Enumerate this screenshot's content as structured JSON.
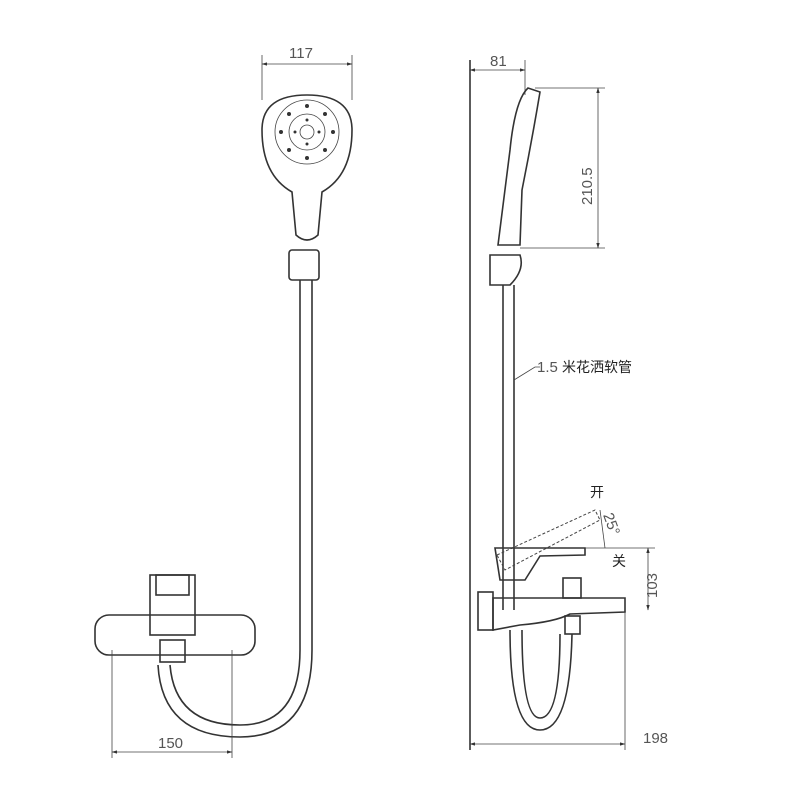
{
  "dimensions": {
    "showerhead_width": "117",
    "side_depth": "81",
    "showerhead_height": "210.5",
    "mixer_centers": "150",
    "lever_height": "103",
    "spout_projection": "198"
  },
  "labels": {
    "hose_prefix": "1.5",
    "hose_text": "米花洒软管",
    "open": "开",
    "close": "关",
    "angle": "25°"
  }
}
